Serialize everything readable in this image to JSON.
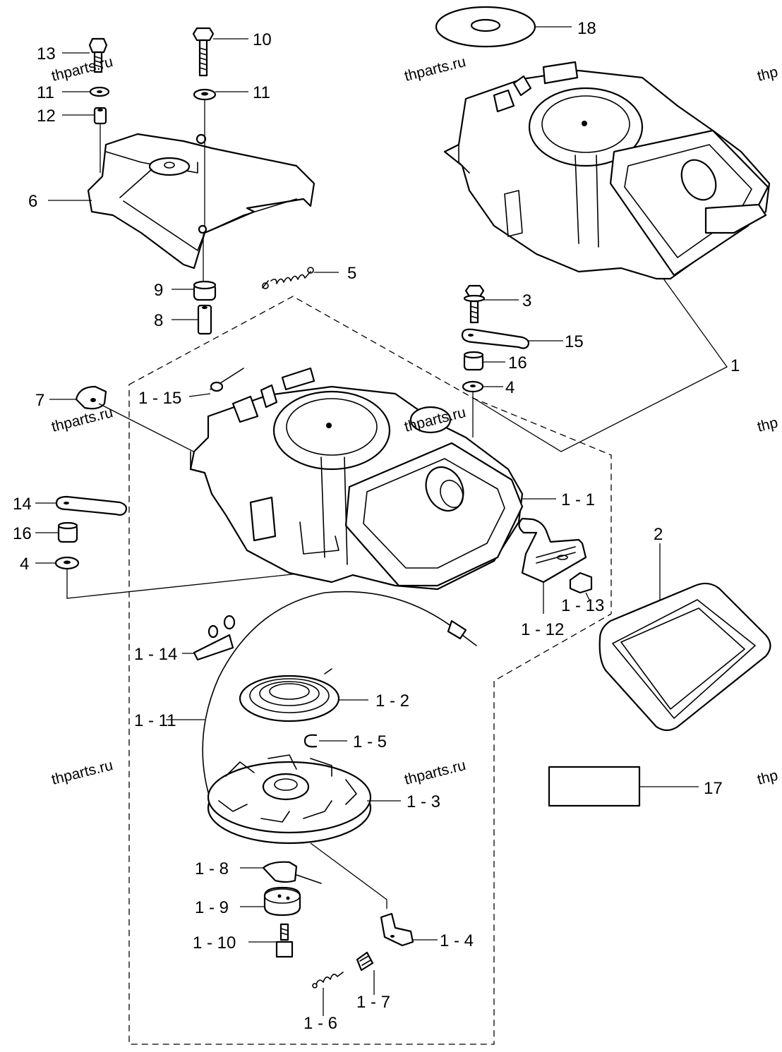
{
  "callouts": {
    "p1": "1",
    "p1_1": "1 - 1",
    "p1_2": "1 - 2",
    "p1_3": "1 - 3",
    "p1_4": "1 - 4",
    "p1_5": "1 - 5",
    "p1_6": "1 - 6",
    "p1_7": "1 - 7",
    "p1_8": "1 - 8",
    "p1_9": "1 - 9",
    "p1_10": "1 - 10",
    "p1_11": "1 - 11",
    "p1_12": "1 - 12",
    "p1_13": "1 - 13",
    "p1_14": "1 - 14",
    "p1_15": "1 - 15",
    "p2": "2",
    "p3": "3",
    "p4a": "4",
    "p4b": "4",
    "p5": "5",
    "p6": "6",
    "p7": "7",
    "p8": "8",
    "p9": "9",
    "p10": "10",
    "p11a": "11",
    "p11b": "11",
    "p12": "12",
    "p13": "13",
    "p14": "14",
    "p15": "15",
    "p16a": "16",
    "p16b": "16",
    "p17": "17",
    "p18": "18"
  },
  "watermark": {
    "text": "thparts.ru",
    "text_cut": "thp"
  }
}
